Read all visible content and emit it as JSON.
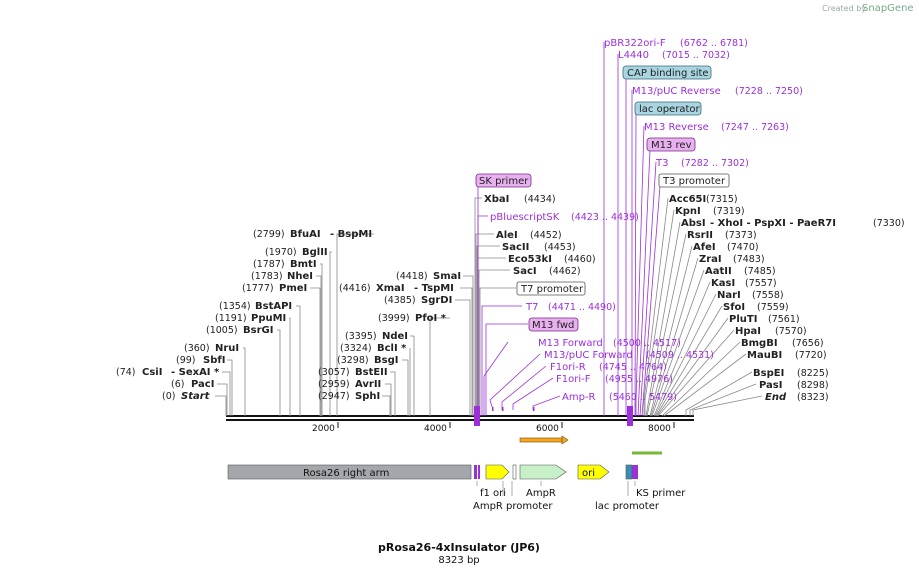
{
  "credit": {
    "text": "Created by",
    "brand": "SnapGene"
  },
  "title": "pRosa26-4xInsulator (JP6)",
  "subtitle": "8323 bp",
  "colors": {
    "primer_fill": "#e8b0ef",
    "primer_stroke": "#7a2a8a",
    "promoter_fill": "#ffffff",
    "protein_fill": "#a9d5e0",
    "feature_label": "#9b30d9",
    "gray_arrow": "#a4a8ad",
    "yellow": "#ffff00",
    "green": "#c8f0c8"
  },
  "axis_ticks": [
    "2000",
    "4000",
    "6000",
    "8000"
  ],
  "left_sites": [
    {
      "coord": "(0)",
      "name": "Start",
      "italic": true
    },
    {
      "coord": "(6)",
      "name": "PacI"
    },
    {
      "coord": "(74)",
      "name": "CsiI",
      "extra": "- SexAI *"
    },
    {
      "coord": "(99)",
      "name": "SbfI"
    },
    {
      "coord": "(360)",
      "name": "NruI"
    },
    {
      "coord": "(1005)",
      "name": "BsrGI"
    },
    {
      "coord": "(1191)",
      "name": "PpuMI"
    },
    {
      "coord": "(1354)",
      "name": "BstAPI"
    },
    {
      "coord": "(1777)",
      "name": "PmeI"
    },
    {
      "coord": "(1783)",
      "name": "NheI"
    },
    {
      "coord": "(1787)",
      "name": "BmtI"
    },
    {
      "coord": "(1970)",
      "name": "BglII"
    },
    {
      "coord": "(2799)",
      "name": "BfuAI",
      "extra": "- BspMI"
    }
  ],
  "mid_sites": [
    {
      "coord": "(2947)",
      "name": "SphI"
    },
    {
      "coord": "(2959)",
      "name": "AvrII"
    },
    {
      "coord": "(3057)",
      "name": "BstEII"
    },
    {
      "coord": "(3298)",
      "name": "BsgI"
    },
    {
      "coord": "(3324)",
      "name": "BclI *"
    },
    {
      "coord": "(3395)",
      "name": "NdeI"
    },
    {
      "coord": "(3999)",
      "name": "PfoI *"
    },
    {
      "coord": "(4385)",
      "name": "SgrDI"
    },
    {
      "coord": "(4416)",
      "name": "XmaI",
      "extra": "- TspMI"
    },
    {
      "coord": "(4418)",
      "name": "SmaI"
    }
  ],
  "center_sites": [
    {
      "name": "XbaI",
      "coord": "(4434)"
    },
    {
      "name": "AleI",
      "coord": "(4452)"
    },
    {
      "name": "SacII",
      "coord": "(4453)"
    },
    {
      "name": "Eco53kI",
      "coord": "(4460)"
    },
    {
      "name": "SacI",
      "coord": "(4462)"
    }
  ],
  "center_features": {
    "sk_primer": "SK primer",
    "pbluescript": "pBluescriptSK",
    "pbluescript_coord": "(4423 .. 4439)",
    "t7_promoter": "T7 promoter",
    "t7": "T7",
    "t7_coord": "(4471 .. 4490)",
    "m13fwd": "M13 fwd",
    "m13forward": "M13 Forward",
    "m13forward_coord": "(4500 .. 4517)",
    "m13puc": "M13/pUC Forward",
    "m13puc_coord": "(4509 .. 4531)",
    "f1orir": "F1ori-R",
    "f1orir_coord": "(4745 .. 4764)",
    "f1orif": "F1ori-F",
    "f1orif_coord": "(4955 .. 4976)",
    "ampr": "Amp-R",
    "ampr_coord": "(5460 .. 5479)"
  },
  "top_features": {
    "pbr322": "pBR322ori-F",
    "pbr322_coord": "(6762 .. 6781)",
    "l4440": "L4440",
    "l4440_coord": "(7015 .. 7032)",
    "cap": "CAP binding site",
    "m13pucrev": "M13/pUC Reverse",
    "m13pucrev_coord": "(7228 .. 7250)",
    "lacop": "lac operator",
    "m13rev_long": "M13 Reverse",
    "m13rev_long_coord": "(7247 .. 7263)",
    "m13rev": "M13 rev",
    "t3": "T3",
    "t3_coord": "(7282 .. 7302)",
    "t3promoter": "T3 promoter"
  },
  "right_sites": [
    {
      "name": "Acc65I",
      "coord": "(7315)"
    },
    {
      "name": "KpnI",
      "coord": "(7319)"
    },
    {
      "name": "AbsI",
      "extra": "- XhoI   - PspXI   - PaeR7I",
      "coord": "(7330)"
    },
    {
      "name": "RsrII",
      "coord": "(7373)"
    },
    {
      "name": "AfeI",
      "coord": "(7470)"
    },
    {
      "name": "ZraI",
      "coord": "(7483)"
    },
    {
      "name": "AatII",
      "coord": "(7485)"
    },
    {
      "name": "KasI",
      "coord": "(7557)"
    },
    {
      "name": "NarI",
      "coord": "(7558)"
    },
    {
      "name": "SfoI",
      "coord": "(7559)"
    },
    {
      "name": "PluTI",
      "coord": "(7561)"
    },
    {
      "name": "HpaI",
      "coord": "(7570)"
    },
    {
      "name": "BmgBI",
      "coord": "(7656)"
    },
    {
      "name": "MauBI",
      "coord": "(7720)"
    },
    {
      "name": "BspEI",
      "coord": "(8225)"
    },
    {
      "name": "PasI",
      "coord": "(8298)"
    },
    {
      "name": "End",
      "coord": "(8323)",
      "italic": true
    }
  ],
  "map_features": {
    "rosa": "Rosa26 right arm",
    "ori": "ori",
    "f1ori": "f1 ori",
    "ampr": "AmpR",
    "ampr_promoter": "AmpR promoter",
    "lac_promoter": "lac promoter",
    "ks_primer": "KS primer"
  }
}
